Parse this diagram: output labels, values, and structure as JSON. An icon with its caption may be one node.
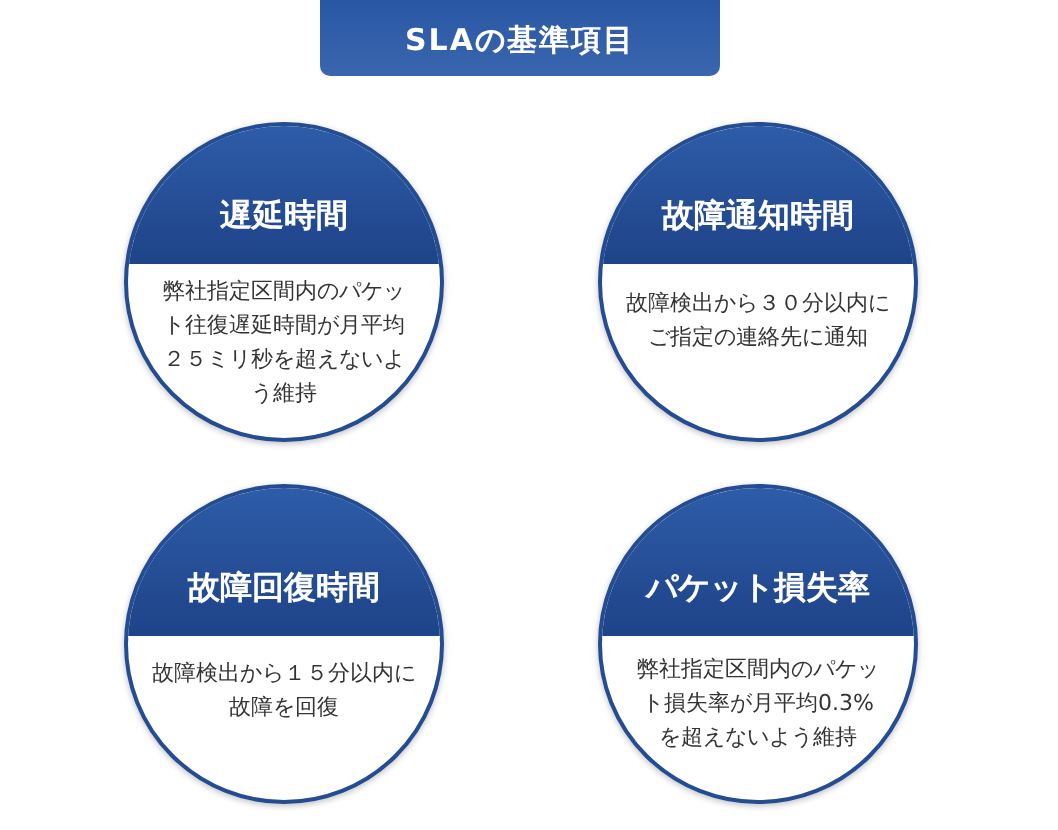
{
  "diagram": {
    "title": "SLAの基準項目",
    "nodes": [
      {
        "text": [
          "遅延時間",
          "弊社指定区間内のパケット往復遅延時間が月平均２５ミリ秒を超えないよう維持"
        ]
      },
      {
        "text": [
          "故障通知時間",
          "故障検出から３０分以内にご指定の連絡先に通知"
        ]
      },
      {
        "text": [
          "故障回復時間",
          "故障検出から１５分以内に故障を回復"
        ]
      },
      {
        "text": [
          "パケット損失率",
          "弊社指定区間内のパケット損失率が月平均0.3%を超えないよう維持"
        ]
      }
    ]
  }
}
